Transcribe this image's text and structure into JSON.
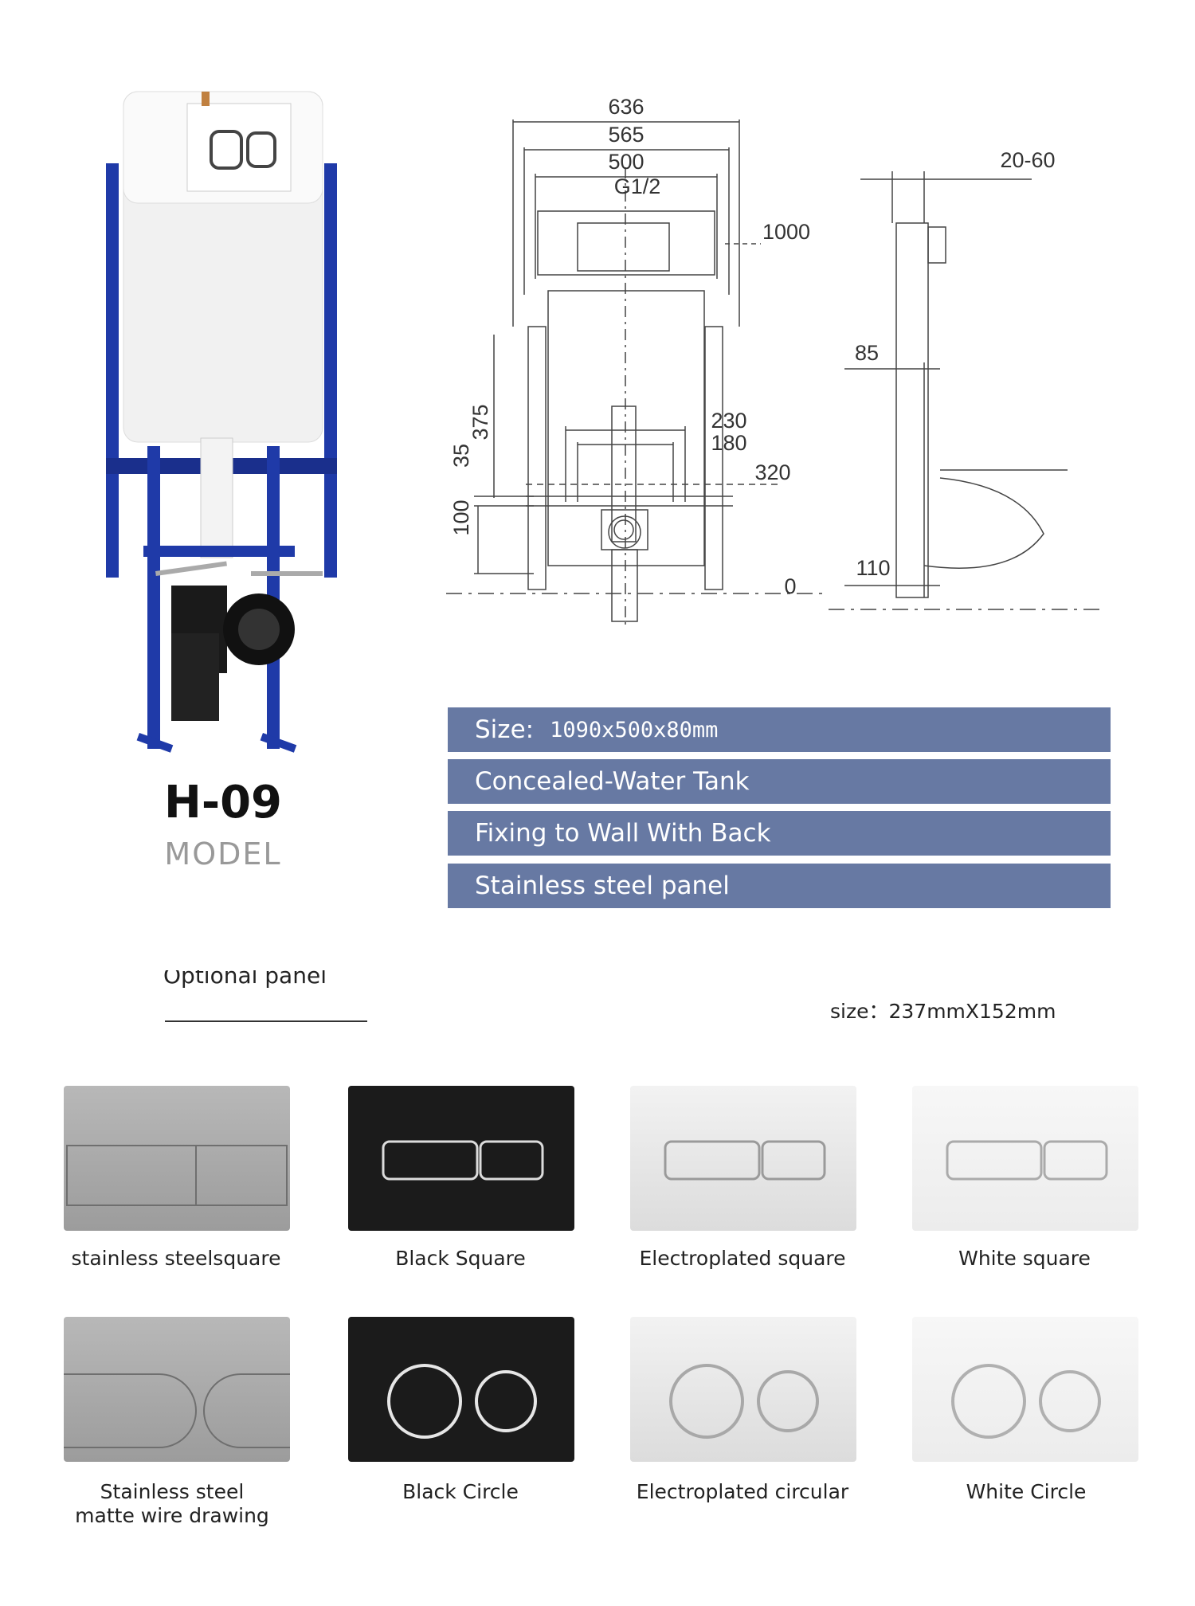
{
  "model": {
    "code": "H-09",
    "label": "MODEL"
  },
  "front_drawing": {
    "labels": [
      "636",
      "565",
      "500",
      "G1/2",
      "1000",
      "375",
      "35",
      "100",
      "230",
      "180",
      "320",
      "0"
    ]
  },
  "side_drawing": {
    "labels": [
      "20-60",
      "85",
      "110"
    ]
  },
  "specs": {
    "size_label": "Size:",
    "size_value": "1090x500x80mm",
    "items": [
      "Concealed-Water Tank",
      "Fixing to Wall With Back",
      "Stainless steel panel"
    ]
  },
  "optional": {
    "title": "Optional panel",
    "size": "size：237mmX152mm",
    "panels": [
      {
        "name": "stainless steelsquare",
        "finish": "steel",
        "shape": "square"
      },
      {
        "name": "Black Square",
        "finish": "black",
        "shape": "square"
      },
      {
        "name": "Electroplated square",
        "finish": "chrome",
        "shape": "square"
      },
      {
        "name": "White square",
        "finish": "white",
        "shape": "square"
      },
      {
        "name": "Stainless steel",
        "name2": "matte wire drawing",
        "finish": "steel",
        "shape": "oval"
      },
      {
        "name": "Black Circle",
        "finish": "black",
        "shape": "circle"
      },
      {
        "name": "Electroplated circular",
        "finish": "chrome",
        "shape": "circle"
      },
      {
        "name": "White Circle",
        "finish": "white",
        "shape": "circle"
      }
    ]
  }
}
